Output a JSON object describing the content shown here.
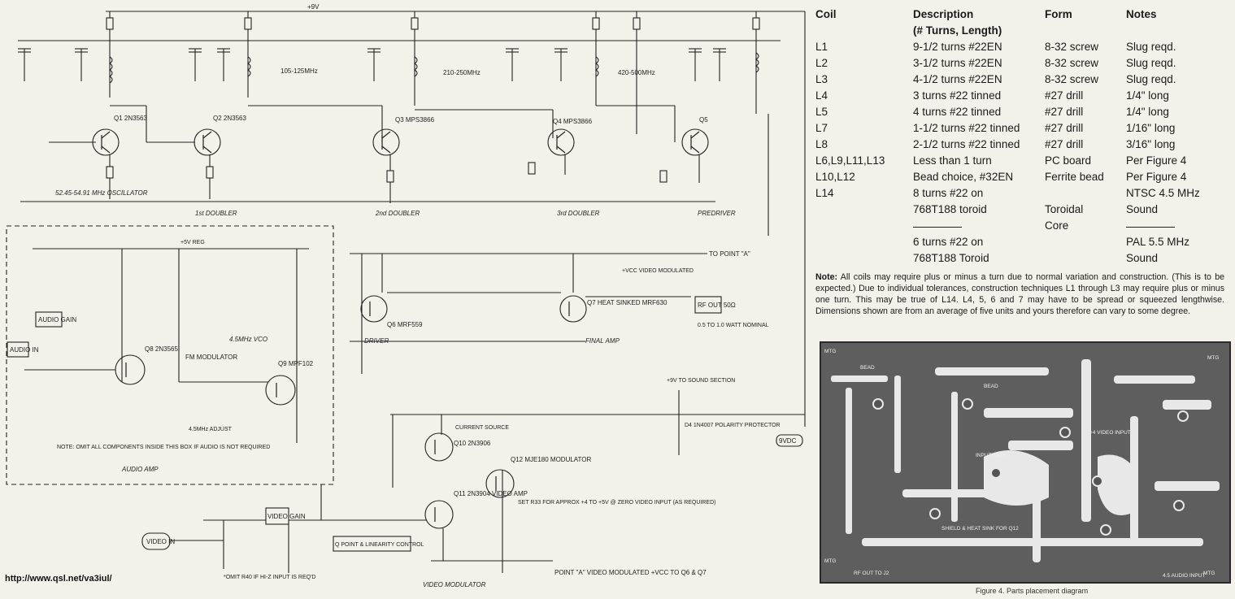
{
  "website": "http://www.qsl.net/va3iul/",
  "coil_table": {
    "headers": [
      "Coil",
      "Description",
      "Form",
      "Notes"
    ],
    "subheader": "(# Turns, Length)",
    "rows": [
      [
        "L1",
        "9-1/2 turns #22EN",
        "8-32 screw",
        "Slug reqd."
      ],
      [
        "L2",
        "3-1/2 turns #22EN",
        "8-32 screw",
        "Slug reqd."
      ],
      [
        "L3",
        "4-1/2 turns #22EN",
        "8-32 screw",
        "Slug reqd."
      ],
      [
        "L4",
        "3 turns #22 tinned",
        "#27 drill",
        "1/4\" long"
      ],
      [
        "L5",
        "4 turns #22 tinned",
        "#27 drill",
        "1/4\" long"
      ],
      [
        "L7",
        "1-1/2 turns #22 tinned",
        "#27 drill",
        "1/16\" long"
      ],
      [
        "L8",
        "2-1/2 turns #22 tinned",
        "#27 drill",
        "3/16\" long"
      ],
      [
        "L6,L9,L11,L13",
        "Less than 1 turn",
        "PC board",
        "Per Figure 4"
      ],
      [
        "L10,L12",
        "Bead choice, #32EN",
        "Ferrite bead",
        "Per Figure 4"
      ]
    ],
    "l14": {
      "coil": "L14",
      "desc1": "8 turns #22 on",
      "desc2": "768T188 toroid",
      "form1": "Toroidal",
      "form2": "Core",
      "note1": "NTSC 4.5 MHz",
      "note2": "Sound",
      "alt_desc1": "6 turns #22 on",
      "alt_desc2": "768T188 Toroid",
      "alt_note1": "PAL 5.5 MHz",
      "alt_note2": "Sound"
    }
  },
  "note": {
    "label": "Note:",
    "text": "All coils may require plus or minus a turn due to normal variation and construction. (This is to be expected.) Due to individual tolerances, construction techniques L1 through L3 may require plus or minus one turn. This may be true of L14. L4, 5, 6 and 7 may have to be spread or squeezed lengthwise. Dimensions shown are from an average of five units and yours therefore can vary to some degree."
  },
  "caption": "Figure 4. Parts placement diagram",
  "schematic": {
    "supply_top": "+9V",
    "stage_labels": [
      "52.45-54.91 MHz OSCILLATOR",
      "1st DOUBLER",
      "2nd DOUBLER",
      "3rd DOUBLER",
      "PREDRIVER",
      "DRIVER",
      "FINAL AMP",
      "AUDIO AMP",
      "VIDEO MODULATOR"
    ],
    "band_labels": [
      "105-125MHz",
      "210-250MHz",
      "420-500MHz",
      "4.5MHz VCO",
      "FM MODULATOR"
    ],
    "transistors": [
      "Q1 2N3563",
      "Q2 2N3563",
      "Q3 MPS3866",
      "Q4 MPS3866",
      "Q5",
      "Q6 MRF559",
      "Q7 HEAT SINKED MRF630",
      "Q8 2N3565",
      "Q9 MPF102",
      "Q10 2N3906",
      "Q11 2N3904 VIDEO AMP",
      "Q12 MJE180 MODULATOR"
    ],
    "connectors": [
      "AUDIO IN",
      "VIDEO IN",
      "RF OUT 50Ω",
      "9VDC",
      "AUDIO GAIN",
      "VIDEO GAIN"
    ],
    "notes": [
      "NOTE: OMIT ALL COMPONENTS INSIDE THIS BOX IF AUDIO IS NOT REQUIRED",
      "*OMIT R40 IF HI-Z INPUT IS REQ'D",
      "SET R33 FOR APPROX +4 TO +5V @ ZERO VIDEO INPUT (AS REQUIRED)",
      "TO POINT \"A\"",
      "POINT \"A\" VIDEO MODULATED +VCC TO Q6 & Q7",
      "+VCC VIDEO MODULATED",
      "0.5 TO 1.0 WATT NOMINAL",
      "+9V TO SOUND SECTION",
      "D4 1N4007 POLARITY PROTECTOR",
      "Q POINT & LINEARITY CONTROL",
      "4.5MHz ADJUST",
      "+5V REG",
      "CURRENT SOURCE"
    ]
  },
  "pcb_labels": [
    "MTG",
    "MTG",
    "MTG",
    "MTG",
    "BEAD",
    "BEAD",
    "INPUT +12V",
    "+4 VIDEO INPUT",
    "SHIELD & HEAT SINK FOR Q12",
    "RF OUT TO J2",
    "4.5 AUDIO INPUT"
  ]
}
